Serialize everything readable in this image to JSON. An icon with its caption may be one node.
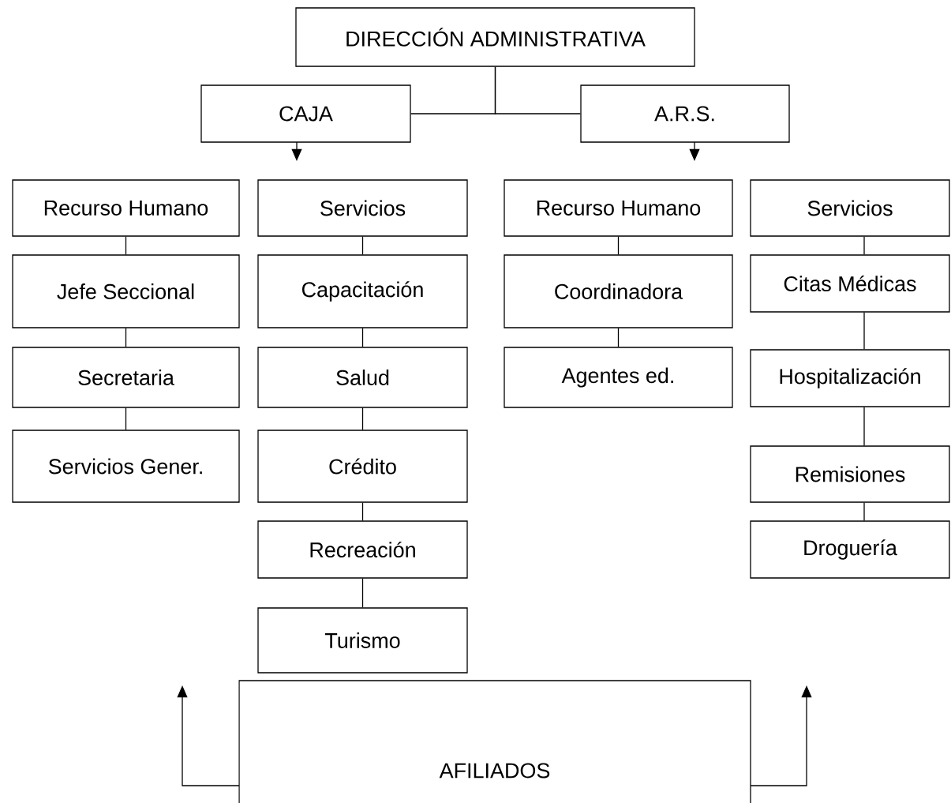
{
  "diagram": {
    "nodes": [
      {
        "text": [
          "DIRECCIÓN ADMINISTRATIVA"
        ]
      },
      {
        "text": [
          "CAJA"
        ]
      },
      {
        "text": [
          "A.R.S."
        ]
      },
      {
        "text": [
          "Recurso Humano"
        ]
      },
      {
        "text": [
          "Jefe Seccional"
        ]
      },
      {
        "text": [
          "Secretaria"
        ]
      },
      {
        "text": [
          "Servicios Gener."
        ]
      },
      {
        "text": [
          "Servicios"
        ]
      },
      {
        "text": [
          "Capacitación"
        ]
      },
      {
        "text": [
          "Salud"
        ]
      },
      {
        "text": [
          "Crédito"
        ]
      },
      {
        "text": [
          "Recreación"
        ]
      },
      {
        "text": [
          "Turismo"
        ]
      },
      {
        "text": [
          "Recurso Humano"
        ]
      },
      {
        "text": [
          "Coordinadora"
        ]
      },
      {
        "text": [
          "Agentes ed."
        ]
      },
      {
        "text": [
          "Servicios"
        ]
      },
      {
        "text": [
          "Citas Médicas"
        ]
      },
      {
        "text": [
          "Hospitalización"
        ]
      },
      {
        "text": [
          "Remisiones"
        ]
      },
      {
        "text": [
          "Droguería"
        ]
      },
      {
        "text": [
          "AFILIADOS"
        ]
      }
    ],
    "edges": [
      {
        "from": 0,
        "to": 1,
        "arrow": "none"
      },
      {
        "from": 0,
        "to": 2,
        "arrow": "none"
      },
      {
        "from": 1,
        "to": null,
        "arrow": "to"
      },
      {
        "from": 2,
        "to": null,
        "arrow": "to"
      },
      {
        "from": 3,
        "to": 4,
        "arrow": "none"
      },
      {
        "from": 4,
        "to": 5,
        "arrow": "none"
      },
      {
        "from": 5,
        "to": 6,
        "arrow": "none"
      },
      {
        "from": 7,
        "to": 8,
        "arrow": "none"
      },
      {
        "from": 8,
        "to": 9,
        "arrow": "none"
      },
      {
        "from": 9,
        "to": 10,
        "arrow": "none"
      },
      {
        "from": 10,
        "to": 11,
        "arrow": "none"
      },
      {
        "from": 11,
        "to": 12,
        "arrow": "none"
      },
      {
        "from": 13,
        "to": 14,
        "arrow": "none"
      },
      {
        "from": 14,
        "to": 15,
        "arrow": "none"
      },
      {
        "from": 16,
        "to": 17,
        "arrow": "none"
      },
      {
        "from": 17,
        "to": 18,
        "arrow": "none"
      },
      {
        "from": 18,
        "to": 19,
        "arrow": "none"
      },
      {
        "from": 19,
        "to": 20,
        "arrow": "none"
      },
      {
        "from": 21,
        "to": null,
        "arrow": "to"
      },
      {
        "from": 21,
        "to": null,
        "arrow": "to"
      }
    ]
  }
}
